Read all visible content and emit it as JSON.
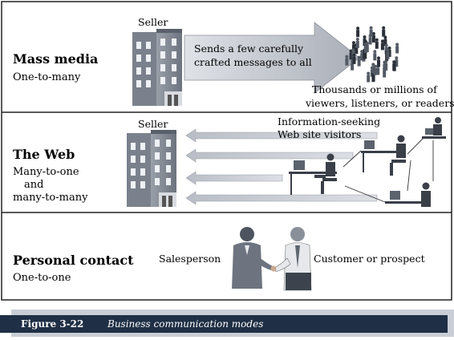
{
  "panels": {
    "mass_media": {
      "title": "Mass media",
      "subtitle": "One-to-many",
      "seller_label": "Seller",
      "arrow_text_line1": "Sends a few carefully",
      "arrow_text_line2": "crafted messages to all",
      "audience_line1": "Thousands or millions of",
      "audience_line2": "viewers, listeners, or readers"
    },
    "web": {
      "title": "The Web",
      "subtitle_line1": "Many-to-one",
      "subtitle_line2": "and",
      "subtitle_line3": "many-to-many",
      "seller_label": "Seller",
      "visitors_line1": "Information-seeking",
      "visitors_line2": "Web site visitors"
    },
    "personal": {
      "title": "Personal contact",
      "subtitle": "One-to-one",
      "salesperson_label": "Salesperson",
      "customer_label": "Customer or prospect"
    }
  },
  "caption": {
    "figure": "Figure 3-22",
    "text": "Business communication modes"
  }
}
